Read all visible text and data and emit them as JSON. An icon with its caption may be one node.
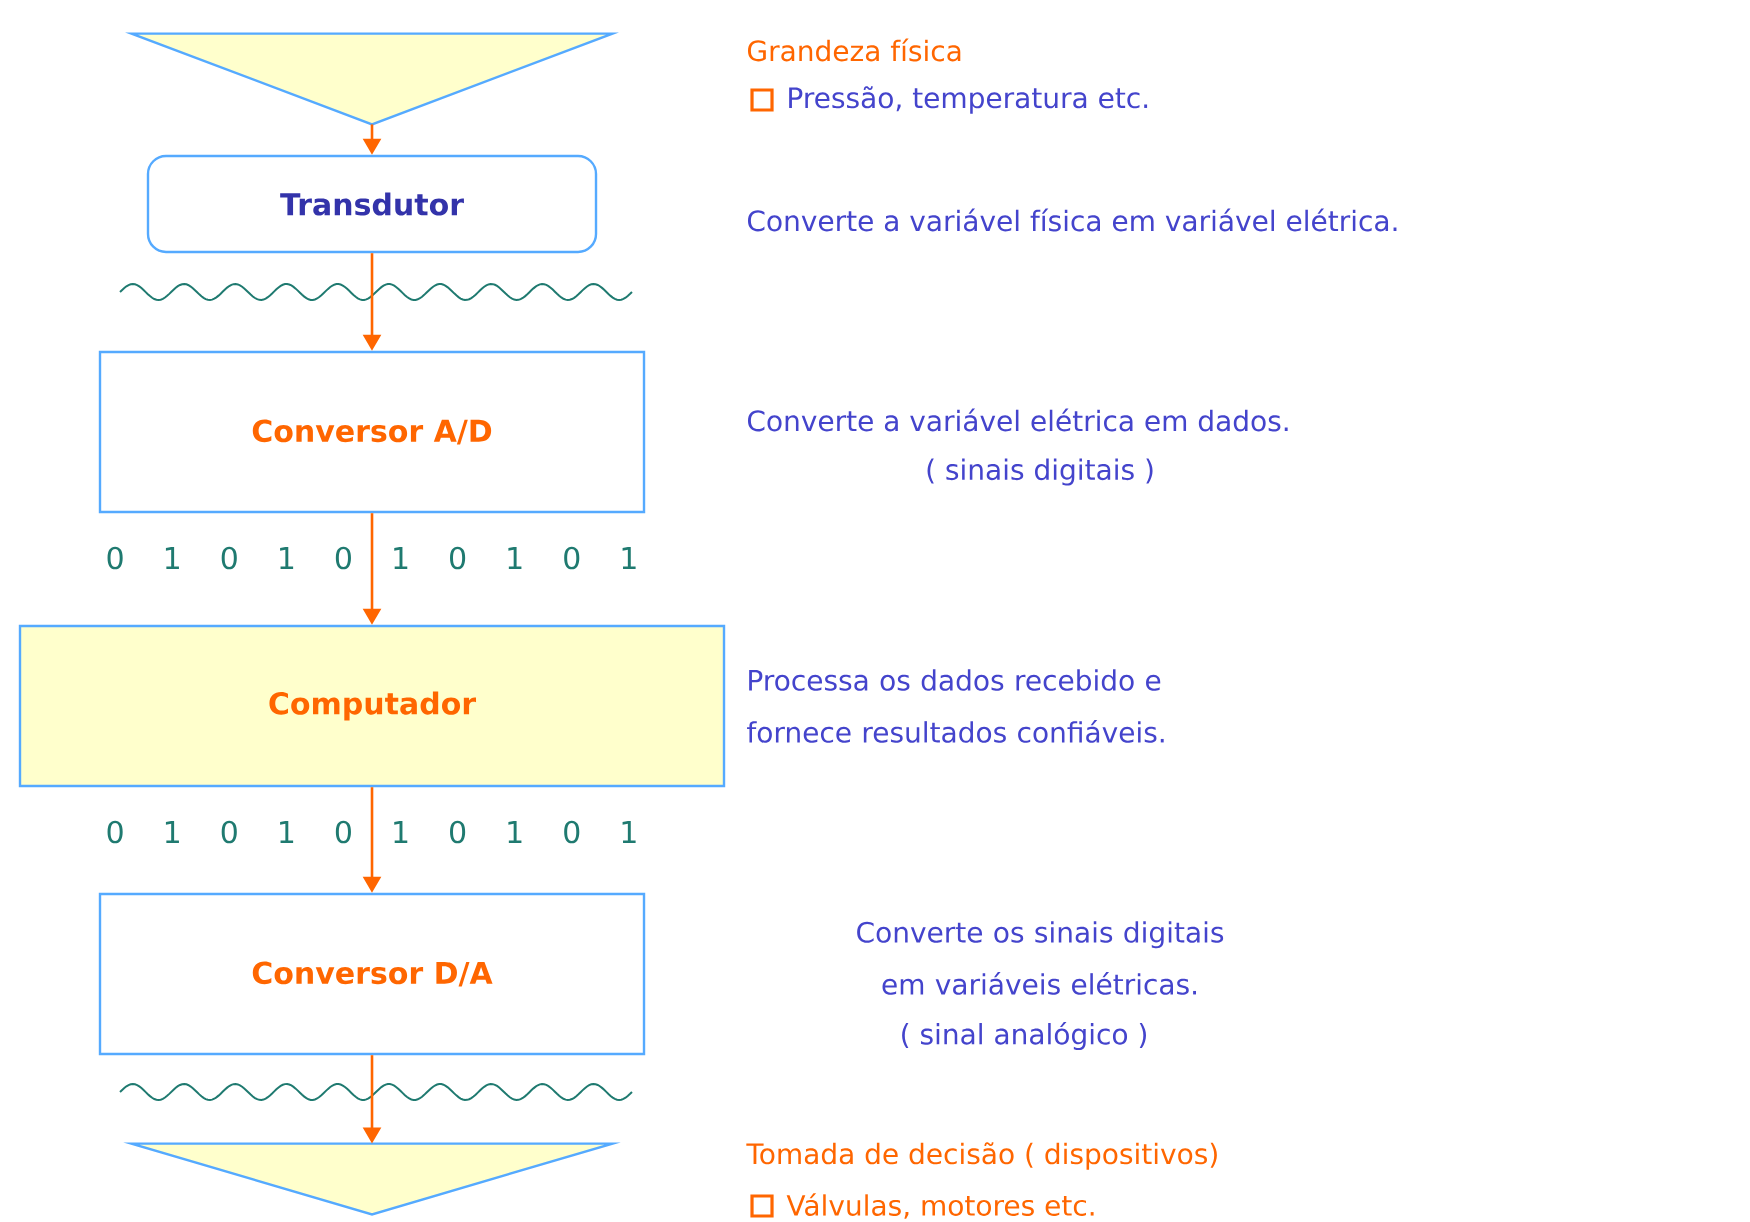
{
  "diagram": {
    "nodes": [
      {
        "text": [],
        "shape": "triangle"
      },
      {
        "text": [
          "Transdutor"
        ]
      },
      {
        "text": [
          "Conversor A/D"
        ]
      },
      {
        "text": [
          "Computador"
        ]
      },
      {
        "text": [
          "Conversor D/A"
        ]
      },
      {
        "text": [],
        "shape": "triangle"
      }
    ],
    "edges": [
      {
        "from": 0,
        "to": 1,
        "arrow": "to"
      },
      {
        "from": 1,
        "to": 2,
        "arrow": "to"
      },
      {
        "from": 2,
        "to": 3,
        "arrow": "to"
      },
      {
        "from": 3,
        "to": 4,
        "arrow": "to"
      },
      {
        "from": 4,
        "to": 5,
        "arrow": "to"
      }
    ],
    "labels": [
      "Grandeza física",
      "Pressão, temperatura etc.",
      "Converte a variável física em variável elétrica.",
      "Converte a variável elétrica em dados.",
      "( sinais digitais )",
      "0 1 0 1 0 1 0 1 0 1",
      "Processa os dados recebido e fornece resultados confiáveis.",
      "0 1 0 1 0 1 0 1 0 1",
      "Converte os sinais digitais em variáveis elétricas.",
      "( sinal analógico )",
      "Tomada de decisão ( dispositivos)",
      "Válvulas, motores etc."
    ]
  }
}
